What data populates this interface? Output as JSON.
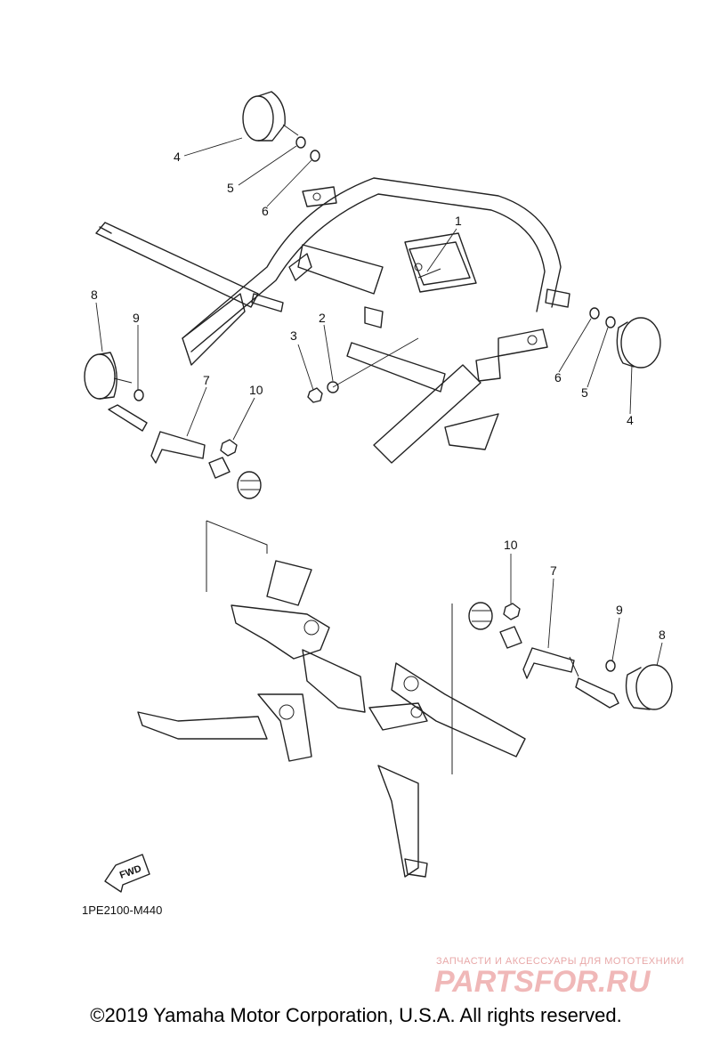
{
  "diagram": {
    "callouts": {
      "c1": "1",
      "c2": "2",
      "c3": "3",
      "c4a": "4",
      "c4b": "4",
      "c5a": "5",
      "c5b": "5",
      "c6a": "6",
      "c6b": "6",
      "c7a": "7",
      "c7b": "7",
      "c8a": "8",
      "c8b": "8",
      "c9a": "9",
      "c9b": "9",
      "c10a": "10",
      "c10b": "10"
    },
    "fwd_label": "FWD",
    "reference_code": "1PE2100-M440"
  },
  "watermark": {
    "tagline": "ЗАПЧАСТИ И АКСЕССУАРЫ ДЛЯ МОТОТЕХНИКИ",
    "brand": "PARTSFOR.RU"
  },
  "footer": {
    "copyright": "©2019 Yamaha Motor Corporation, U.S.A. All rights reserved."
  }
}
